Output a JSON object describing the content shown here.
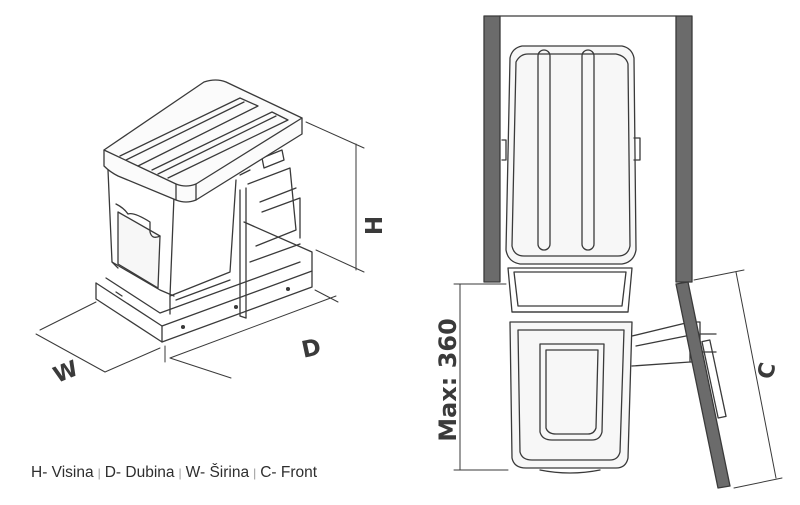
{
  "dimensions": {
    "h": "H",
    "d": "D",
    "w": "W",
    "c": "C",
    "max": "Max: 360"
  },
  "legend": [
    {
      "key": "H",
      "text": "H- Visina"
    },
    {
      "key": "D",
      "text": "D- Dubina"
    },
    {
      "key": "W",
      "text": "W- Širina"
    },
    {
      "key": "C",
      "text": "C- Front"
    }
  ],
  "legend_separator": "|",
  "colors": {
    "line": "#3a3a3a",
    "wall": "#6b6b6b",
    "fill_bin": "#f7f7f7",
    "background": "#ffffff"
  }
}
